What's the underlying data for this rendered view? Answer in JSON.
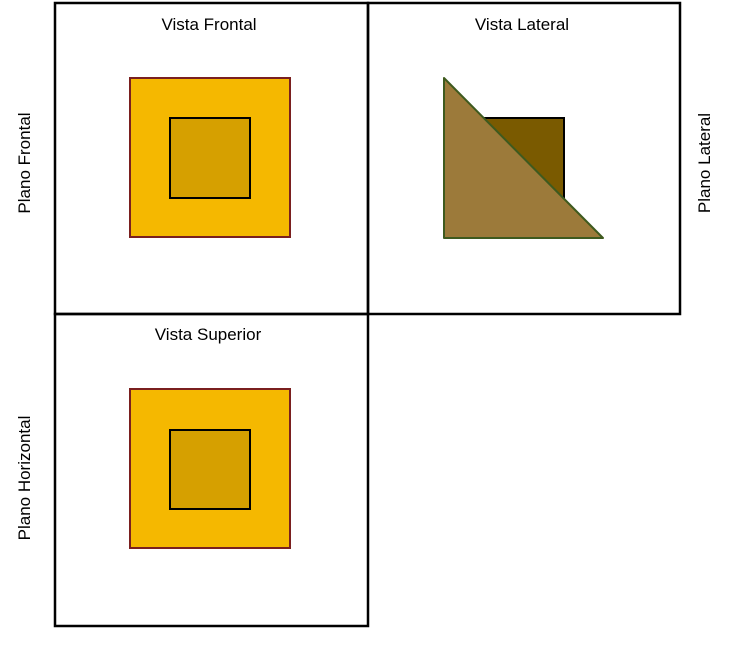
{
  "views": {
    "front": {
      "title": "Vista Frontal"
    },
    "side": {
      "title": "Vista Lateral"
    },
    "top": {
      "title": "Vista Superior"
    }
  },
  "planes": {
    "front": "Plano Frontal",
    "side": "Plano Lateral",
    "horizontal": "Plano Horizontal"
  },
  "colors": {
    "outer_square": "#F5B800",
    "inner_square": "#D6A000",
    "triangle": "#9C7A3A",
    "back_square": "#7A5A00",
    "frame": "#000000",
    "square_border": "#7A1F1F"
  }
}
